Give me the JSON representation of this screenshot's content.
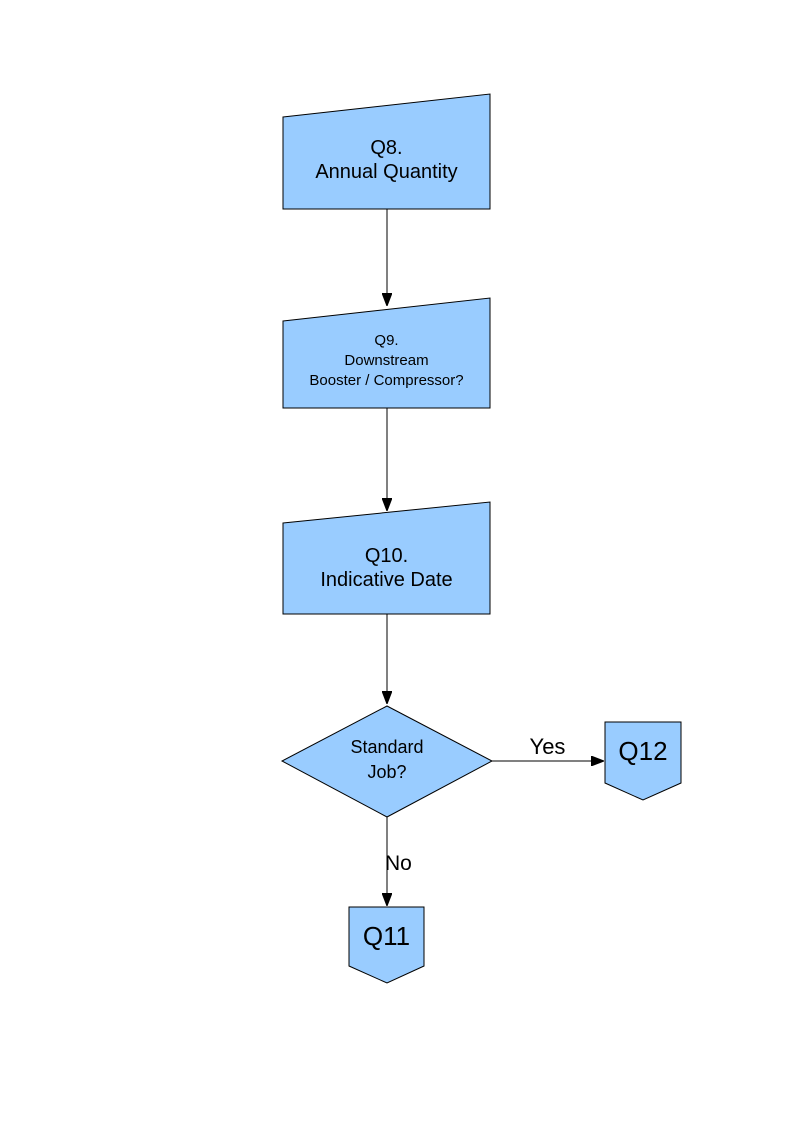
{
  "diagram": {
    "background": "#ffffff",
    "shape_fill": "#99ccff",
    "shape_border": "#000000",
    "connector_color": "#000000",
    "nodes": {
      "q8": {
        "shape": "slanted-top-box",
        "lines": [
          "Q8.",
          "Annual Quantity"
        ]
      },
      "q9": {
        "shape": "slanted-top-box",
        "lines": [
          "Q9.",
          "Downstream",
          "Booster / Compressor?"
        ]
      },
      "q10": {
        "shape": "slanted-top-box",
        "lines": [
          "Q10.",
          "Indicative Date"
        ]
      },
      "standard_job": {
        "shape": "decision-diamond",
        "lines": [
          "Standard",
          "Job?"
        ]
      },
      "q12": {
        "shape": "offpage-connector",
        "label": "Q12"
      },
      "q11": {
        "shape": "offpage-connector",
        "label": "Q11"
      }
    },
    "edge_labels": {
      "yes": "Yes",
      "no": "No"
    }
  }
}
